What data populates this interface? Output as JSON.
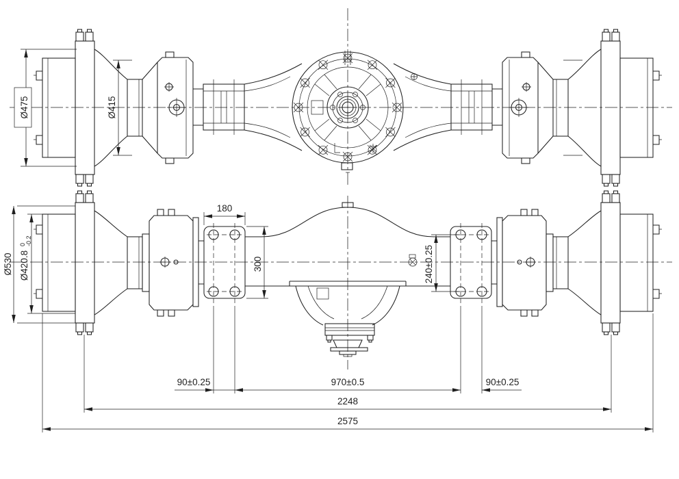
{
  "meta": {
    "drawing_type": "drive-axle two-view engineering drawing",
    "background": "#ffffff",
    "line_color": "#1f1f1f",
    "views": [
      "rear elevation view",
      "plan view"
    ]
  },
  "dimensions": {
    "brake_drum_od": "Ø475",
    "drum_inner_dia": "Ø415",
    "hub_flange_dia": "Ø530",
    "drum_fit_dia": "Ø420.8",
    "drum_fit_tol_upper": "0",
    "drum_fit_tol_lower": "-0.2",
    "spring_pad_width": "180",
    "spring_pad_length": "300",
    "pad_bolt_spacing_transverse": "240±0.25",
    "pad_bolt_spacing_left": "90±0.25",
    "spring_centers": "970±0.5",
    "pad_bolt_spacing_right": "90±0.25",
    "flange_span": "2248",
    "overall_length": "2575"
  }
}
